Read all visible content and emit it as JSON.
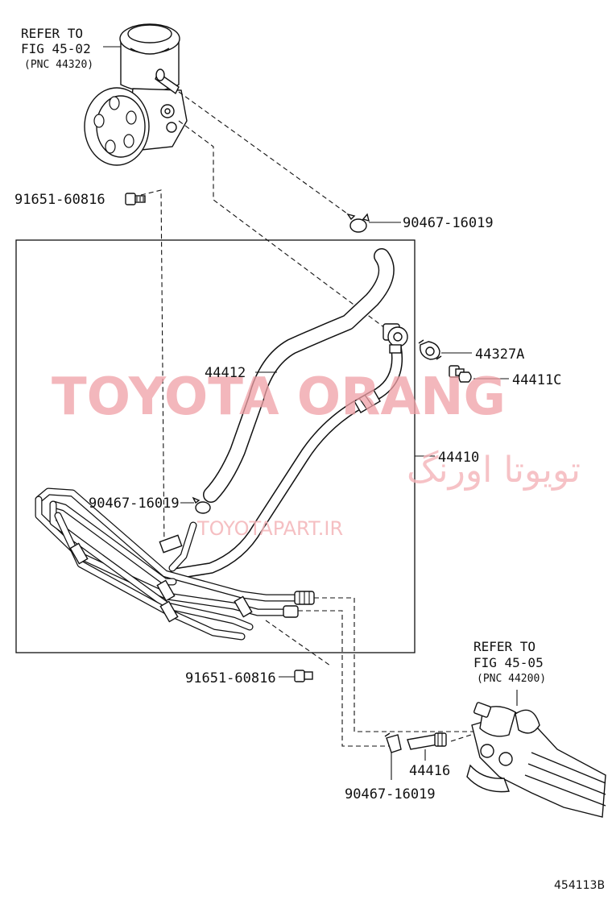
{
  "watermark": {
    "brand": "TOYOTA ORANG",
    "persian": "تویوتا اورنگ",
    "url": "TOYOTAPART.IR"
  },
  "refs": {
    "pump": {
      "line1": "REFER TO",
      "line2": "FIG 45-02",
      "line3": "(PNC 44320)"
    },
    "gear": {
      "line1": "REFER TO",
      "line2": "FIG 45-05",
      "line3": "(PNC 44200)"
    }
  },
  "labels": {
    "bolt_top": "91651-60816",
    "clamp_top": "90467-16019",
    "part_44327a": "44327A",
    "part_44411c": "44411C",
    "hose_44412": "44412",
    "assy_44410": "44410",
    "clamp_mid": "90467-16019",
    "bolt_bottom": "91651-60816",
    "part_44416": "44416",
    "clamp_bottom": "90467-16019"
  },
  "figure_code": "454113B"
}
